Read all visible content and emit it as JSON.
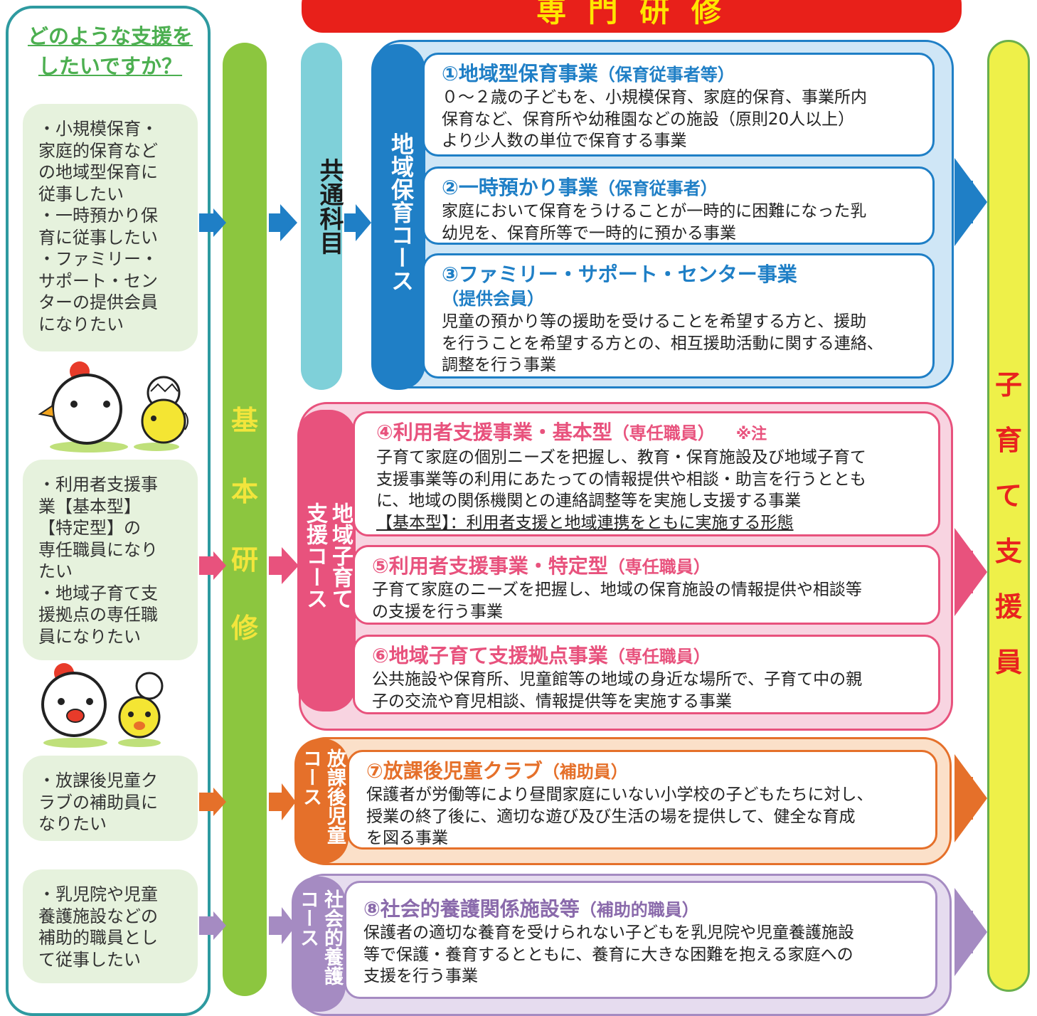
{
  "banner": {
    "title": "専 門 研 修"
  },
  "left": {
    "title_line1": "どのような支援を",
    "title_line2": "したいですか？",
    "needs": [
      "・小規模保育・\n家庭的保育など\nの地域型保育に\n従事したい\n・一時預かり保\n育に従事したい\n・ファミリー・\nサポート・セン\nターの提供会員\nになりたい",
      "・利用者支援事\n業【基本型】\n【特定型】の\n専任職員になり\nたい\n・地域子育て支\n援拠点の専任職\n員になりたい",
      "・放課後児童ク\nラブの補助員に\nなりたい",
      "・乳児院や児童\n養護施設などの\n補助的職員とし\nて従事したい"
    ]
  },
  "basic": {
    "chars": [
      "基",
      "本",
      "研",
      "修"
    ]
  },
  "common": {
    "label": "共通科目"
  },
  "outcome": {
    "chars": [
      "子",
      "育",
      "て",
      "支",
      "援",
      "員"
    ]
  },
  "courses": [
    {
      "label": "地域保育コース",
      "items": [
        {
          "title": "①地域型保育事業",
          "sub": "（保育従事者等）",
          "desc": [
            "０～２歳の子どもを、小規模保育、家庭的保育、事業所内",
            "保育など、保育所や幼稚園などの施設（原則20人以上）",
            "より少人数の単位で保育する事業"
          ]
        },
        {
          "title": "②一時預かり事業",
          "sub": "（保育従事者）",
          "desc": [
            "家庭において保育をうけることが一時的に困難になった乳",
            "幼児を、保育所等で一時的に預かる事業"
          ]
        },
        {
          "title": "③ファミリー・サポート・センター事業",
          "sub": "（提供会員）",
          "desc": [
            "児童の預かり等の援助を受けることを希望する方と、援助",
            "を行うことを希望する方との、相互援助活動に関する連絡、",
            "調整を行う事業"
          ]
        }
      ]
    },
    {
      "label_col1": "支援コース",
      "label_col2": "地域子育て",
      "items": [
        {
          "title": "④利用者支援事業・基本型",
          "sub": "（専任職員）",
          "note": "※注",
          "desc": [
            "子育て家庭の個別ニーズを把握し、教育・保育施設及び地域子育て",
            "支援事業等の利用にあたっての情報提供や相談・助言を行うととも",
            "に、地域の関係機関との連絡調整等を実施し支援する事業"
          ],
          "extra": "【基本型】：利用者支援と地域連携をともに実施する形態"
        },
        {
          "title": "⑤利用者支援事業・特定型",
          "sub": "（専任職員）",
          "desc": [
            "子育て家庭のニーズを把握し、地域の保育施設の情報提供や相談等",
            "の支援を行う事業"
          ]
        },
        {
          "title": "⑥地域子育て支援拠点事業",
          "sub": "（専任職員）",
          "desc": [
            "公共施設や保育所、児童館等の地域の身近な場所で、子育て中の親",
            "子の交流や育児相談、情報提供等を実施する事業"
          ]
        }
      ]
    },
    {
      "label_col1": "コース",
      "label_col2": "放課後児童",
      "items": [
        {
          "title": "⑦放課後児童クラブ",
          "sub": "（補助員）",
          "desc": [
            "保護者が労働等により昼間家庭にいない小学校の子どもたちに対し、",
            "授業の終了後に、適切な遊び及び生活の場を提供して、健全な育成",
            "を図る事業"
          ]
        }
      ]
    },
    {
      "label_col1": "コース",
      "label_col2": "社会的養護",
      "items": [
        {
          "title": "⑧社会的養護関係施設等",
          "sub": "（補助的職員）",
          "desc": [
            "保護者の適切な養育を受けられない子どもを乳児院や児童養護施設",
            "等で保護・養育するとともに、養育に大きな困難を抱える家庭への",
            "支援を行う事業"
          ]
        }
      ]
    }
  ],
  "colors": {
    "blue": "#1f7fc6",
    "pink": "#e8527d",
    "orange": "#e5702a",
    "purple": "#a58bc2",
    "green": "#8cc63f",
    "teal": "#2e9aa0",
    "red": "#e8201a",
    "yellow": "#eef049"
  }
}
